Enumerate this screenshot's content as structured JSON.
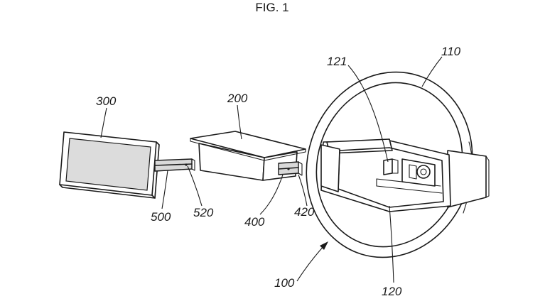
{
  "figure": {
    "title": "FIG. 1",
    "labels": {
      "display": "300",
      "display_arm": "500",
      "display_arm_joint": "520",
      "housing": "200",
      "housing_arm": "400",
      "housing_arm_joint": "420",
      "steering_assembly": "100",
      "wheel_rim": "110",
      "hub": "120",
      "hub_mount": "121"
    }
  }
}
